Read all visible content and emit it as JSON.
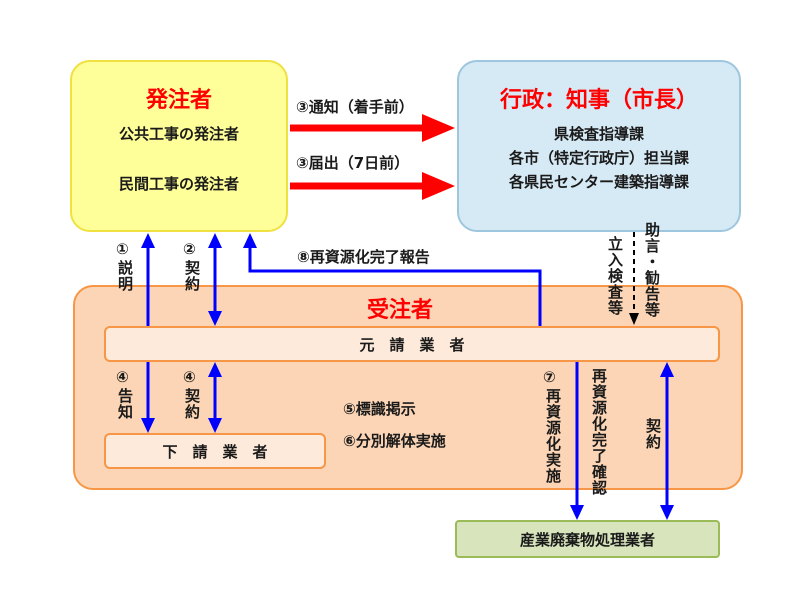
{
  "orderer": {
    "title": "発注者",
    "line1": "公共工事の発注者",
    "line2": "民間工事の発注者"
  },
  "government": {
    "title": "行政：知事（市長）",
    "line1": "県検査指導課",
    "line2": "各市（特定行政庁）担当課",
    "line3": "各県民センター建築指導課"
  },
  "contractor": {
    "title": "受注者",
    "prime": "元　請　業　者",
    "sub": "下　請　業　者"
  },
  "waste_handler": "産業廃棄物処理業者",
  "labels": {
    "notify": "③通知（着手前）",
    "report": "③届出（7日前）",
    "completion_report": "⑧再資源化完了報告",
    "explain_num": "①",
    "explain": "説明",
    "contract_num": "②",
    "contract": "契約",
    "notice_num": "④",
    "notice": "告知",
    "contract4_num": "④",
    "contract4": "契約",
    "sign": "⑤標識掲示",
    "separate": "⑥分別解体実施",
    "inspection": "立入検査等",
    "advice": "助言・勧告等",
    "recycle_num": "⑦",
    "recycle": "再資源化実施",
    "confirm": "再資源化完了確認",
    "waste_contract": "契約"
  },
  "colors": {
    "orderer_fill": "#ffff99",
    "orderer_border": "#f0e040",
    "gov_fill": "#d6eaf5",
    "gov_border": "#9ec6de",
    "contractor_fill": "#fbd5b5",
    "contractor_border": "#f79646",
    "waste_fill": "#d7e4bc",
    "waste_border": "#9bbb59",
    "red_arrow": "#ff0000",
    "blue_arrow": "#0000ff",
    "title_red": "#ff0000"
  }
}
